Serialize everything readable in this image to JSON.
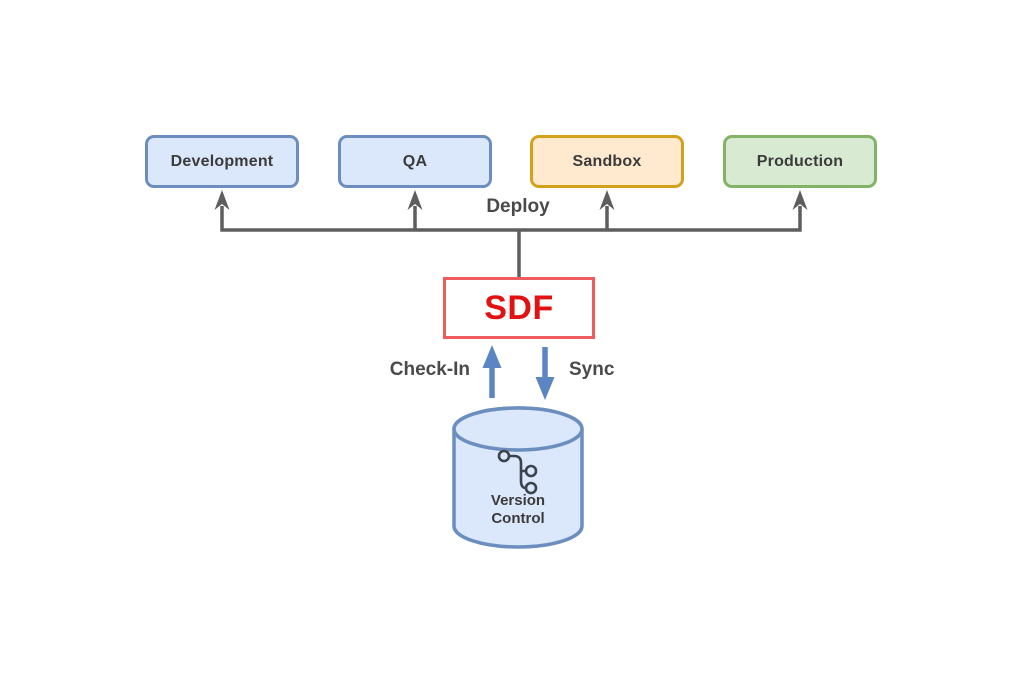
{
  "colors": {
    "background": "#ffffff",
    "connector": "#5e5e5e",
    "flow_arrow": "#5c85c4",
    "label_text": "#4a4a4a",
    "node_text": "#3b3b3b",
    "icon_stroke": "#3a434e"
  },
  "environments": [
    {
      "label": "Development",
      "fill": "#dbe8fb",
      "border": "#6c8ebf"
    },
    {
      "label": "QA",
      "fill": "#dbe8fb",
      "border": "#6c8ebf"
    },
    {
      "label": "Sandbox",
      "fill": "#ffe9cf",
      "border": "#d4a21a"
    },
    {
      "label": "Production",
      "fill": "#d9ead3",
      "border": "#82b366"
    }
  ],
  "deploy": {
    "label": "Deploy"
  },
  "sdf": {
    "label": "SDF",
    "fill": "#ffffff",
    "border": "#ee5c5c",
    "text_color": "#e31212"
  },
  "flows": {
    "check_in": "Check-In",
    "sync": "Sync"
  },
  "version_control": {
    "label": "Version Control",
    "fill": "#dbe8fb",
    "border": "#6c8ebf",
    "icon": "git-branch-icon"
  }
}
